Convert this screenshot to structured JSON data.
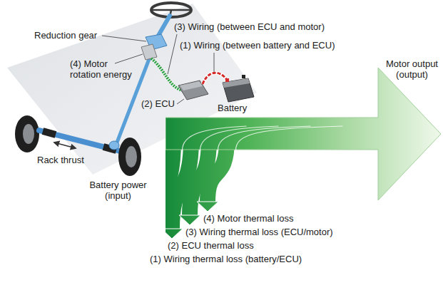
{
  "diagram": {
    "nodes": [
      {
        "text": [
          "Motor output (output)"
        ]
      }
    ],
    "labels": [
      "Reduction gear",
      "(3) Wiring (between ECU and motor)",
      "(1) Wiring (between battery and ECU)",
      "(4) Motor rotation energy",
      "(2) ECU",
      "Battery",
      "Rack thrust",
      "Battery power (input)",
      "(4) Motor thermal loss",
      "(3) Wiring thermal loss (ECU/motor)",
      "(2) ECU thermal loss",
      "(1) Wiring thermal loss (battery/ECU)"
    ]
  }
}
